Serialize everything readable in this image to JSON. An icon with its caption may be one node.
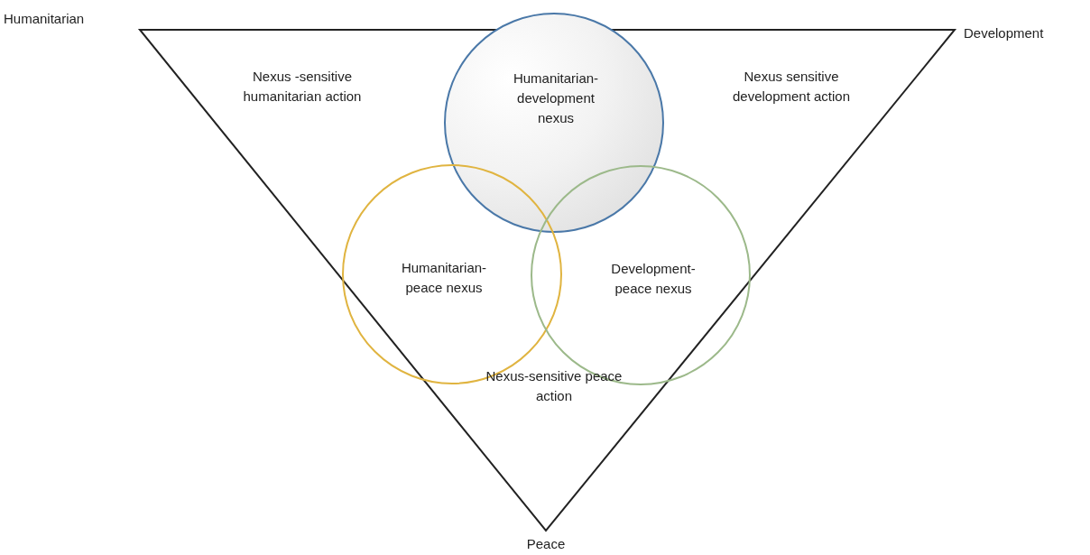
{
  "diagram": {
    "nodes": [
      {
        "text": [
          "Humanitarian-development nexus"
        ]
      },
      {
        "text": [
          "Humanitarian-peace nexus"
        ]
      },
      {
        "text": [
          "Development-peace nexus"
        ]
      }
    ],
    "labels": [
      "Humanitarian",
      "Development",
      "Nexus -sensitive humanitarian action",
      "Nexus sensitive development action",
      "Nexus-sensitive peace action",
      "Peace"
    ]
  }
}
